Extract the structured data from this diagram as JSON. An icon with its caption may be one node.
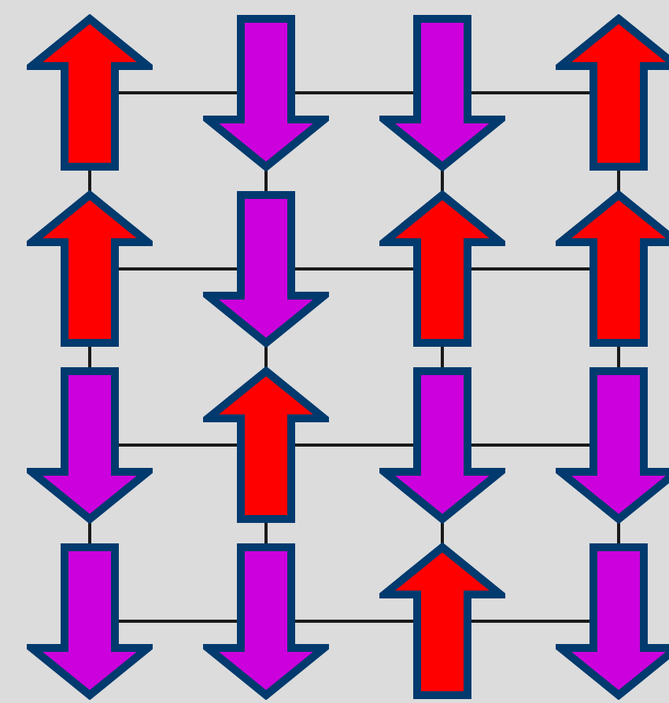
{
  "diagram": {
    "nodes": [
      {
        "text": [],
        "shape": "up-arrow"
      },
      {
        "text": [],
        "shape": "down-arrow"
      },
      {
        "text": [],
        "shape": "down-arrow"
      },
      {
        "text": [],
        "shape": "up-arrow"
      },
      {
        "text": [],
        "shape": "up-arrow"
      },
      {
        "text": [],
        "shape": "down-arrow"
      },
      {
        "text": [],
        "shape": "up-arrow"
      },
      {
        "text": [],
        "shape": "up-arrow"
      },
      {
        "text": [],
        "shape": "down-arrow"
      },
      {
        "text": [],
        "shape": "up-arrow"
      },
      {
        "text": [],
        "shape": "down-arrow"
      },
      {
        "text": [],
        "shape": "down-arrow"
      },
      {
        "text": [],
        "shape": "down-arrow"
      },
      {
        "text": [],
        "shape": "down-arrow"
      },
      {
        "text": [],
        "shape": "up-arrow"
      },
      {
        "text": [],
        "shape": "down-arrow"
      }
    ],
    "edges": [
      {
        "from": 0,
        "to": 1,
        "arrow": "none"
      },
      {
        "from": 1,
        "to": 2,
        "arrow": "none"
      },
      {
        "from": 2,
        "to": 3,
        "arrow": "none"
      },
      {
        "from": 4,
        "to": 5,
        "arrow": "none"
      },
      {
        "from": 5,
        "to": 6,
        "arrow": "none"
      },
      {
        "from": 6,
        "to": 7,
        "arrow": "none"
      },
      {
        "from": 8,
        "to": 9,
        "arrow": "none"
      },
      {
        "from": 9,
        "to": 10,
        "arrow": "none"
      },
      {
        "from": 10,
        "to": 11,
        "arrow": "none"
      },
      {
        "from": 12,
        "to": 13,
        "arrow": "none"
      },
      {
        "from": 13,
        "to": 14,
        "arrow": "none"
      },
      {
        "from": 14,
        "to": 15,
        "arrow": "none"
      },
      {
        "from": 0,
        "to": 4,
        "arrow": "none"
      },
      {
        "from": 4,
        "to": 8,
        "arrow": "none"
      },
      {
        "from": 8,
        "to": 12,
        "arrow": "none"
      },
      {
        "from": 1,
        "to": 5,
        "arrow": "none"
      },
      {
        "from": 5,
        "to": 9,
        "arrow": "none"
      },
      {
        "from": 9,
        "to": 13,
        "arrow": "none"
      },
      {
        "from": 2,
        "to": 6,
        "arrow": "none"
      },
      {
        "from": 6,
        "to": 10,
        "arrow": "none"
      },
      {
        "from": 10,
        "to": 14,
        "arrow": "none"
      },
      {
        "from": 3,
        "to": 7,
        "arrow": "none"
      },
      {
        "from": 7,
        "to": 11,
        "arrow": "none"
      },
      {
        "from": 11,
        "to": 15,
        "arrow": "none"
      }
    ]
  }
}
